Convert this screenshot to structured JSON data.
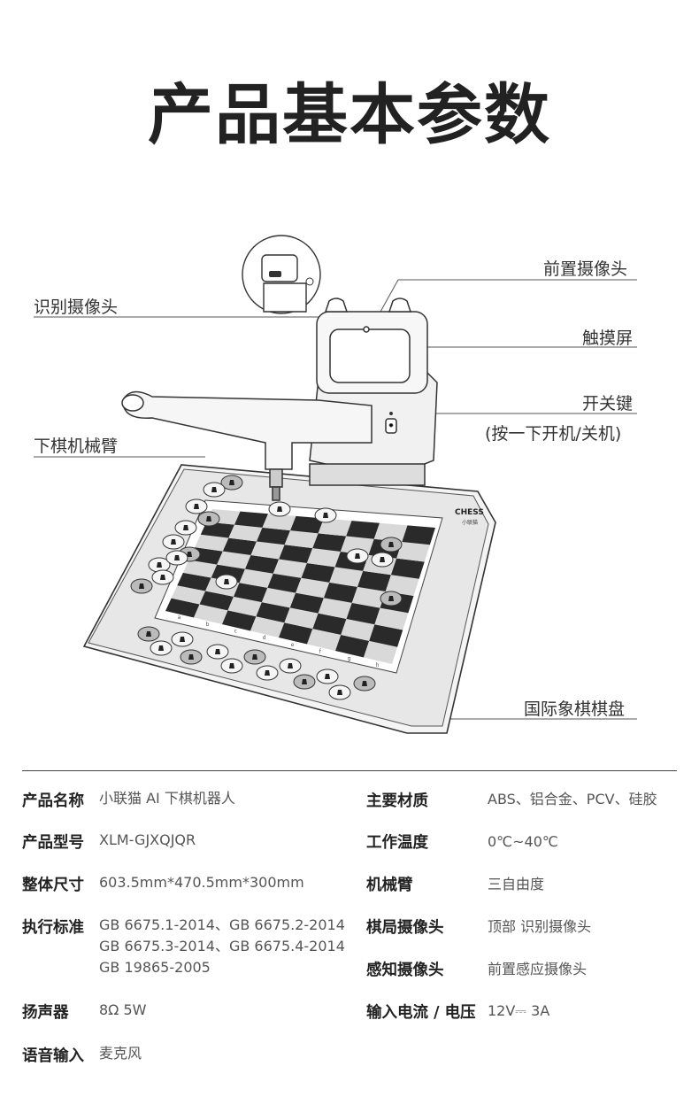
{
  "title": "产品基本参数",
  "callouts": {
    "front_camera": "前置摄像头",
    "recognition_camera": "识别摄像头",
    "touch_screen": "触摸屏",
    "power_key": "开关键",
    "power_key_note": "(按一下开机/关机)",
    "arm": "下棋机械臂",
    "chessboard": "国际象棋棋盘"
  },
  "board_brand": {
    "logo": "CHESS",
    "sub": "小联猫"
  },
  "board_files": [
    "a",
    "b",
    "c",
    "d",
    "e",
    "f",
    "g",
    "h"
  ],
  "specs": [
    {
      "label": "产品名称",
      "value": [
        "小联猫 AI 下棋机器人"
      ]
    },
    {
      "label": "产品型号",
      "value": [
        "XLM-GJXQJQR"
      ]
    },
    {
      "label": "整体尺寸",
      "value": [
        "603.5mm*470.5mm*300mm"
      ]
    },
    {
      "label": "执行标准",
      "value": [
        "GB 6675.1-2014、GB 6675.2-2014",
        "GB 6675.3-2014、GB 6675.4-2014",
        "GB 19865-2005"
      ]
    },
    {
      "label": "扬声器",
      "value": [
        "8Ω 5W"
      ]
    },
    {
      "label": "语音输入",
      "value": [
        "麦克风"
      ]
    },
    {
      "label": "主要材质",
      "value": [
        "ABS、铝合金、PCV、硅胶"
      ]
    },
    {
      "label": "工作温度",
      "value": [
        "0℃~40℃"
      ]
    },
    {
      "label": "机械臂",
      "value": [
        "三自由度"
      ]
    },
    {
      "label": "棋局摄像头",
      "value": [
        "顶部 识别摄像头"
      ]
    },
    {
      "label": "感知摄像头",
      "value": [
        "前置感应摄像头"
      ]
    },
    {
      "label": "输入电流 / 电压",
      "value": [
        "12V⎓  3A"
      ]
    }
  ]
}
